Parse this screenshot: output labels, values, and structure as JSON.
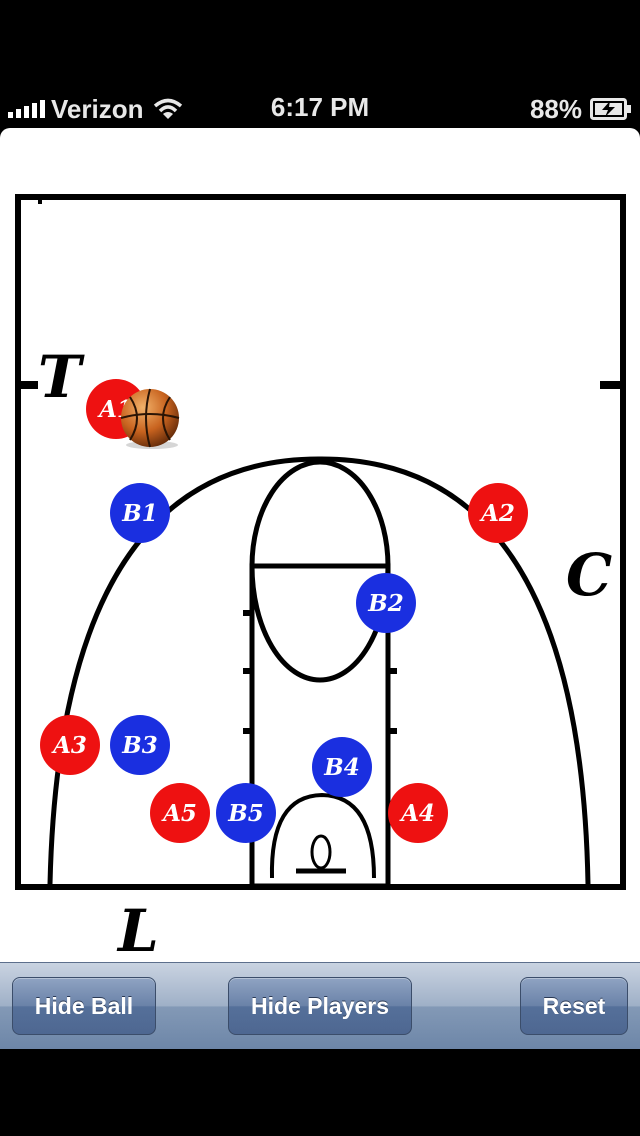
{
  "status_bar": {
    "carrier": "Verizon",
    "time": "6:17 PM",
    "battery": "88%"
  },
  "court": {
    "labels": {
      "top_left": "T",
      "right": "C",
      "bottom": "L"
    },
    "players": [
      {
        "id": "A1",
        "team": "A",
        "label": "A1"
      },
      {
        "id": "A2",
        "team": "A",
        "label": "A2"
      },
      {
        "id": "A3",
        "team": "A",
        "label": "A3"
      },
      {
        "id": "A4",
        "team": "A",
        "label": "A4"
      },
      {
        "id": "A5",
        "team": "A",
        "label": "A5"
      },
      {
        "id": "B1",
        "team": "B",
        "label": "B1"
      },
      {
        "id": "B2",
        "team": "B",
        "label": "B2"
      },
      {
        "id": "B3",
        "team": "B",
        "label": "B3"
      },
      {
        "id": "B4",
        "team": "B",
        "label": "B4"
      },
      {
        "id": "B5",
        "team": "B",
        "label": "B5"
      }
    ],
    "ball_icon": "basketball-icon",
    "colors": {
      "team_a": "#ee1111",
      "team_b": "#1a2fe0"
    }
  },
  "toolbar": {
    "hide_ball_label": "Hide Ball",
    "hide_players_label": "Hide Players",
    "reset_label": "Reset"
  }
}
